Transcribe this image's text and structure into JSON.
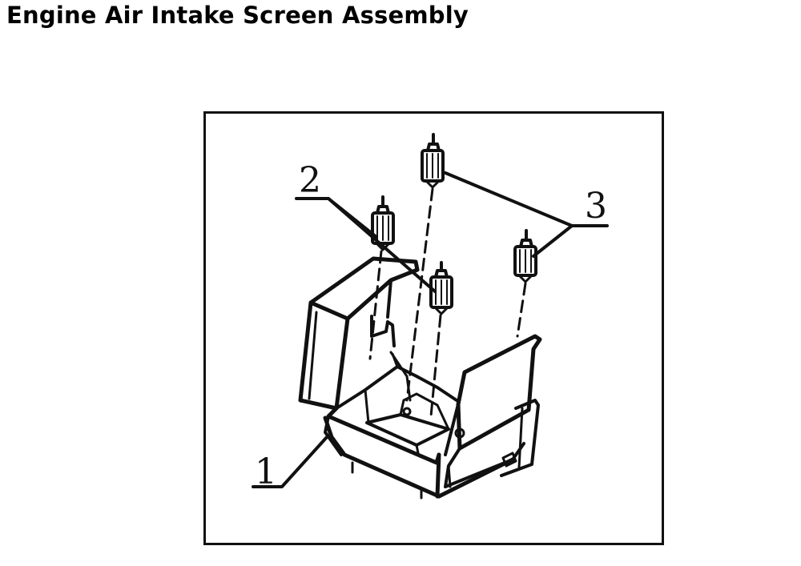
{
  "page": {
    "title": "Engine Air Intake Screen Assembly"
  },
  "diagram": {
    "callouts": [
      {
        "number": "1",
        "part": "screen-housing"
      },
      {
        "number": "2",
        "part": "front-studs"
      },
      {
        "number": "3",
        "part": "rear-studs"
      }
    ],
    "colors": {
      "ink": "#111111",
      "background": "#ffffff"
    }
  }
}
